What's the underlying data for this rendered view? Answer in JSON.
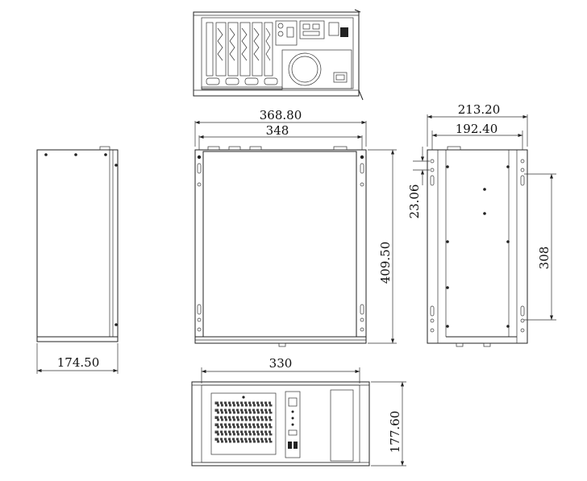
{
  "drawing": {
    "dimensions": {
      "front_width_outer": "368.80",
      "front_width_inner": "348",
      "front_height": "409.50",
      "left_depth": "174.50",
      "right_width_outer": "213.20",
      "right_width_inner": "192.40",
      "right_hole_offset": "23.06",
      "right_hole_spacing": "308",
      "bottom_width": "330",
      "bottom_height": "177.60"
    }
  }
}
